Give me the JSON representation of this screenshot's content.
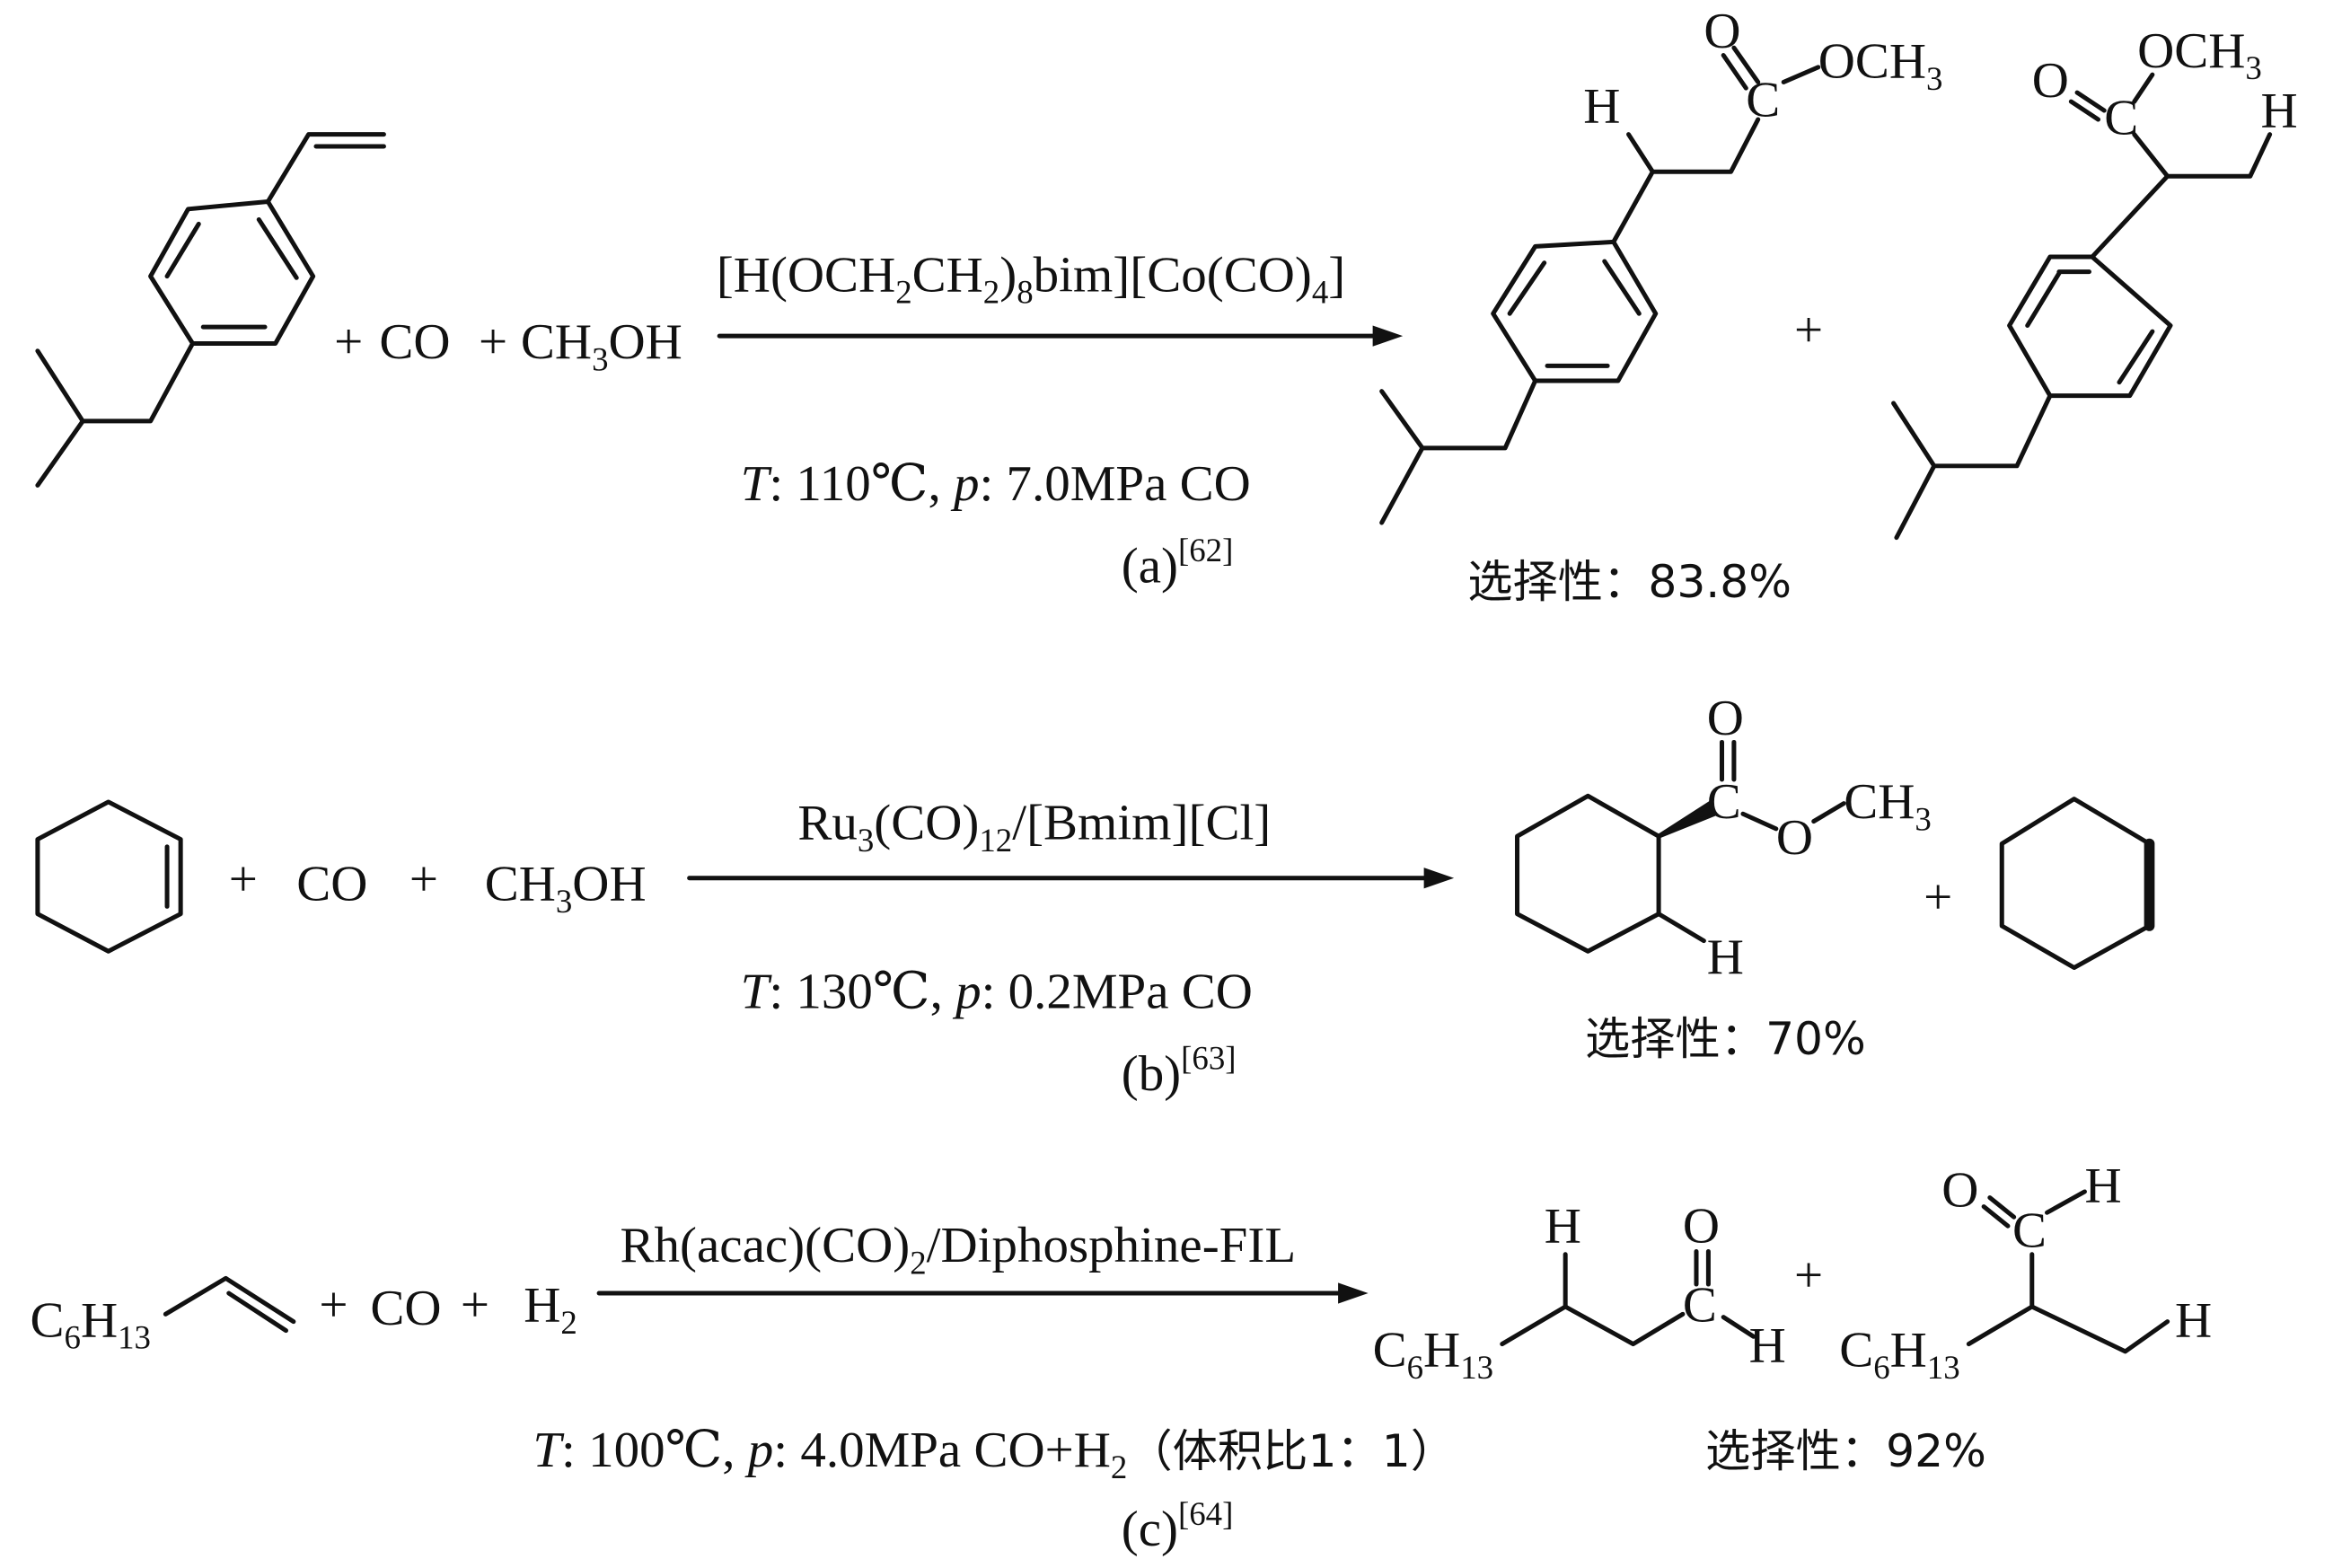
{
  "reactions": [
    {
      "label": "(a)",
      "ref": "[62]",
      "reactant_plus1": "+",
      "co": "CO",
      "reactant_plus2": "+",
      "methanol": [
        "CH",
        "3",
        "OH"
      ],
      "catalyst": [
        "[H(OCH",
        "2",
        "CH",
        "2",
        ")",
        "8",
        "bim][Co(CO)",
        "4",
        "]"
      ],
      "conditions": {
        "T": "T",
        "T_val": ": 110℃, ",
        "p": "p",
        "p_val": ": 7.0MPa CO"
      },
      "product_labels": {
        "H1": "H",
        "O1": "O",
        "C1": "C",
        "OCH3_1": [
          "OCH",
          "3"
        ],
        "O2": "O",
        "C2": "C",
        "OCH3_2": [
          "OCH",
          "3"
        ],
        "H2": "H"
      },
      "product_plus": "+",
      "selectivity": "选择性：83.8%"
    },
    {
      "label": "(b)",
      "ref": "[63]",
      "reactant_plus1": "+",
      "co": "CO",
      "reactant_plus2": "+",
      "methanol": [
        "CH",
        "3",
        "OH"
      ],
      "catalyst": [
        "Ru",
        "3",
        "(CO)",
        "12",
        "/[Bmim][Cl]"
      ],
      "conditions": {
        "T": "T",
        "T_val": ": 130℃, ",
        "p": "p",
        "p_val": ": 0.2MPa CO"
      },
      "product_labels": {
        "O_top": "O",
        "C": "C",
        "O": "O",
        "CH3": [
          "CH",
          "3"
        ],
        "H": "H"
      },
      "product_plus": "+",
      "selectivity": "选择性：70%"
    },
    {
      "label": "(c)",
      "ref": "[64]",
      "reactant": [
        "C",
        "6",
        "H",
        "13"
      ],
      "reactant_plus1": "+",
      "co": "CO",
      "reactant_plus2": "+",
      "h2": [
        "H",
        "2"
      ],
      "catalyst": [
        "Rh(acac)(CO)",
        "2",
        "/Diphosphine-FIL"
      ],
      "conditions": {
        "T": "T",
        "T_val": ": 100℃, ",
        "p": "p",
        "p_val": ": 4.0MPa CO+H",
        "h2_sub": "2",
        "ratio": "（体积比1：1）"
      },
      "product_labels": {
        "H_top": "H",
        "O": "O",
        "C": "C",
        "H_ald": "H",
        "C6H13": [
          "C",
          "6",
          "H",
          "13"
        ],
        "O2": "O",
        "C2": "C",
        "H2_ald": "H",
        "C6H13_2": [
          "C",
          "6",
          "H",
          "13"
        ],
        "H_end": "H"
      },
      "product_plus": "+",
      "selectivity": "选择性：92%"
    }
  ]
}
